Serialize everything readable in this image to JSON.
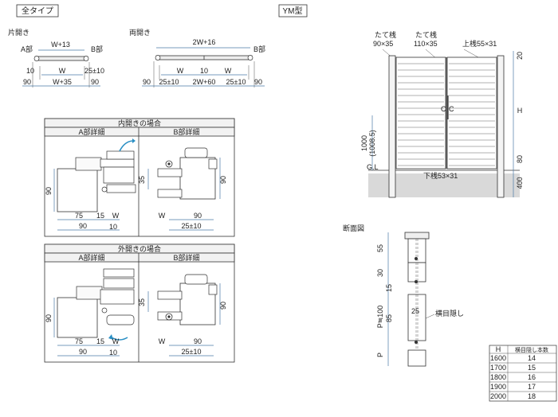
{
  "tags": {
    "all_types": "全タイプ",
    "ym_type": "YM型"
  },
  "single": {
    "title": "片開き",
    "a_part": "A部",
    "b_part": "B部",
    "top": "W+13",
    "w": "W",
    "ten": "10",
    "tol": "25±10",
    "bot_left": "90",
    "bot_mid": "W+35",
    "bot_right": "90"
  },
  "double": {
    "title": "両開き",
    "b_part": "B部",
    "top": "2W+16",
    "w1": "W",
    "ten": "10",
    "w2": "W",
    "b90l": "90",
    "btol1": "25±10",
    "bmid": "2W+60",
    "btol2": "25±10",
    "b90r": "90"
  },
  "inward": {
    "title": "内開きの場合",
    "a": "A部詳細",
    "b": "B部詳細",
    "a_h": "90",
    "a_75": "75",
    "a_15": "15",
    "a_w": "W",
    "a_90": "90",
    "a_10": "10",
    "b_35": "35",
    "b_h": "90",
    "b_w": "W",
    "b_90": "90",
    "b_tol": "25±10"
  },
  "outward": {
    "title": "外開きの場合",
    "a": "A部詳細",
    "b": "B部詳細",
    "a_h": "90",
    "a_75": "75",
    "a_15": "15",
    "a_w": "W",
    "a_90": "90",
    "a_10": "10",
    "b_35": "35",
    "b_h": "90",
    "b_w": "W",
    "b_90": "90",
    "b_tol": "25±10"
  },
  "elevation": {
    "stile1": "たて桟",
    "stile1_size": "90×35",
    "stile2": "たて桟",
    "stile2_size": "110×35",
    "top_rail": "上桟55×31",
    "h20": "20",
    "h": "H",
    "h1000": "1000",
    "h1008": "(1008.5)",
    "gl": "G.L",
    "bottom_rail": "下桟53×31",
    "h80": "80",
    "h400": "400"
  },
  "section": {
    "title": "断面図",
    "d55": "55",
    "d30": "30",
    "d15": "15",
    "p100": "P≒100",
    "d85": "85",
    "d25": "25",
    "p": "P",
    "screen": "横目隠し"
  },
  "table": {
    "headers": [
      "H",
      "横目隠し本数"
    ],
    "rows": [
      [
        "1600",
        "14"
      ],
      [
        "1700",
        "15"
      ],
      [
        "1800",
        "16"
      ],
      [
        "1900",
        "17"
      ],
      [
        "2000",
        "18"
      ]
    ]
  }
}
